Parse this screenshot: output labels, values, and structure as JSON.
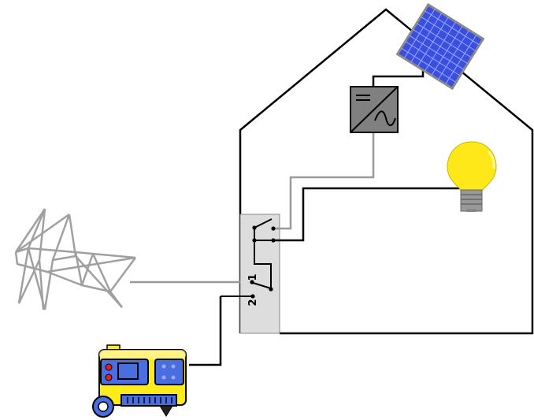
{
  "diagram": {
    "switch_labels": {
      "position_1": "1",
      "position_2": "2"
    },
    "colors": {
      "house_outline": "#000000",
      "grid_wire": "#999999",
      "solar_panel": "#3a4fe0",
      "solar_grid": "#9aa8ff",
      "solar_frame": "#888888",
      "inverter": "#808080",
      "bulb": "#ffe81a",
      "generator_body": "#ffeb1a",
      "generator_panel": "#4a6ee0",
      "switch_box": "#dddddd",
      "pylon": "#a0a0a0"
    },
    "components": [
      {
        "name": "house",
        "icon": "house-outline-icon"
      },
      {
        "name": "solar-panel",
        "icon": "solar-panel-icon"
      },
      {
        "name": "inverter",
        "icon": "inverter-dc-ac-icon"
      },
      {
        "name": "light-bulb",
        "icon": "light-bulb-icon"
      },
      {
        "name": "transfer-switch",
        "icon": "transfer-switch-icon"
      },
      {
        "name": "power-pylon",
        "icon": "power-pylon-icon"
      },
      {
        "name": "generator",
        "icon": "generator-icon"
      }
    ]
  }
}
